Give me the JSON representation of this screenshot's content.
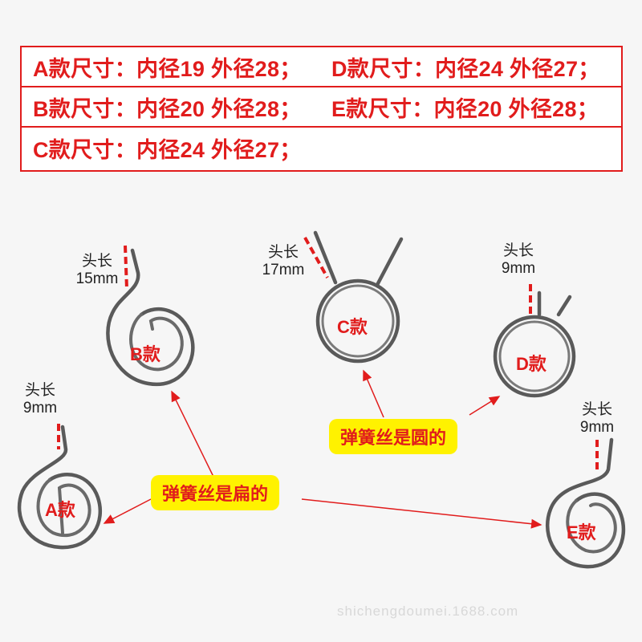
{
  "specs": {
    "rows": [
      {
        "left": "A款尺寸：内径19 外径28；",
        "right": "D款尺寸：内径24 外径27；"
      },
      {
        "left": "B款尺寸：内径20 外径28；",
        "right": "E款尺寸：内径20 外径28；"
      },
      {
        "left": "C款尺寸：内径24 外径27；",
        "right": ""
      }
    ]
  },
  "springs": {
    "a": {
      "model": "A款",
      "head_label": "头长",
      "head_value": "9mm"
    },
    "b": {
      "model": "B款",
      "head_label": "头长",
      "head_value": "15mm"
    },
    "c": {
      "model": "C款",
      "head_label": "头长",
      "head_value": "17mm"
    },
    "d": {
      "model": "D款",
      "head_label": "头长",
      "head_value": "9mm"
    },
    "e": {
      "model": "E款",
      "head_label": "头长",
      "head_value": "9mm"
    }
  },
  "notes": {
    "round_wire": "弹簧丝是圆的",
    "flat_wire": "弹簧丝是扁的"
  },
  "watermark": "shichengdoumei.1688.com",
  "colors": {
    "accent": "#e11c1c",
    "note_bg": "#fff200",
    "wire": "#5a5a5a"
  }
}
